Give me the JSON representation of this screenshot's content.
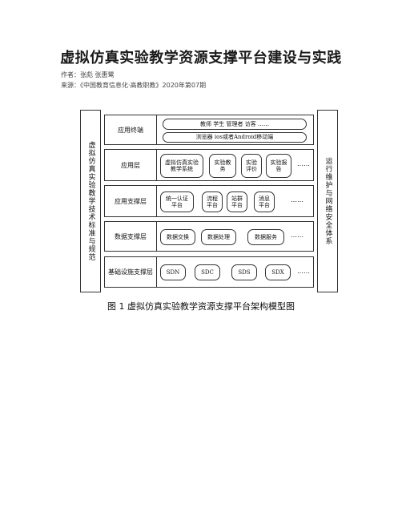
{
  "header": {
    "title": "虚拟仿真实验教学资源支撑平台建设与实践",
    "authors": "作者：张彪 张惠鹭",
    "source": "来源：《中国教育信息化·高教职教》2020年第07期"
  },
  "figure": {
    "left_side": "虚拟仿真实验教学技术标准与规范",
    "right_side": "运行维护与网络安全体系",
    "layers": [
      {
        "name": "应用终端",
        "items": [
          "教师 学生 管理者 访客 ……",
          "浏览器 ios或者Android移动端"
        ]
      },
      {
        "name": "应用层",
        "items": [
          "虚拟仿真实验\n教学系统",
          "实验教\n务",
          "实验\n评价",
          "实验报\n告"
        ],
        "ellipsis": "……"
      },
      {
        "name": "应用支撑层",
        "items": [
          "统一认证\n平台",
          "流程\n平台",
          "站群\n平台",
          "消息\n平台"
        ],
        "ellipsis": "……"
      },
      {
        "name": "数据支撑层",
        "items": [
          "数据交换",
          "数据处理",
          "数据服务"
        ],
        "ellipsis": "……"
      },
      {
        "name": "基础设施支撑层",
        "items": [
          "SDN",
          "SDC",
          "SDS",
          "SDX"
        ],
        "ellipsis": "……"
      }
    ],
    "caption": "图 1 虚拟仿真实验教学资源支撑平台架构模型图"
  }
}
